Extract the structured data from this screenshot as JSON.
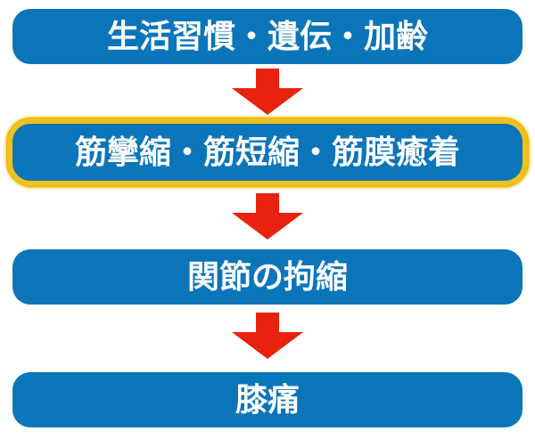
{
  "flowchart": {
    "colors": {
      "box_blue": "#0b75ba",
      "arrow_red": "#e9220f",
      "highlight_yellow": "#eec11d",
      "text_white": "#ffffff",
      "background": "#ffffff"
    },
    "steps": [
      {
        "label": "生活習慣・遺伝・加齢",
        "highlighted": false
      },
      {
        "label": "筋攣縮・筋短縮・筋膜癒着",
        "highlighted": true
      },
      {
        "label": "関節の拘縮",
        "highlighted": false
      },
      {
        "label": "膝痛",
        "highlighted": false
      }
    ],
    "arrows": [
      {
        "icon": "down-arrow-icon"
      },
      {
        "icon": "down-arrow-icon"
      },
      {
        "icon": "down-arrow-icon"
      }
    ]
  }
}
